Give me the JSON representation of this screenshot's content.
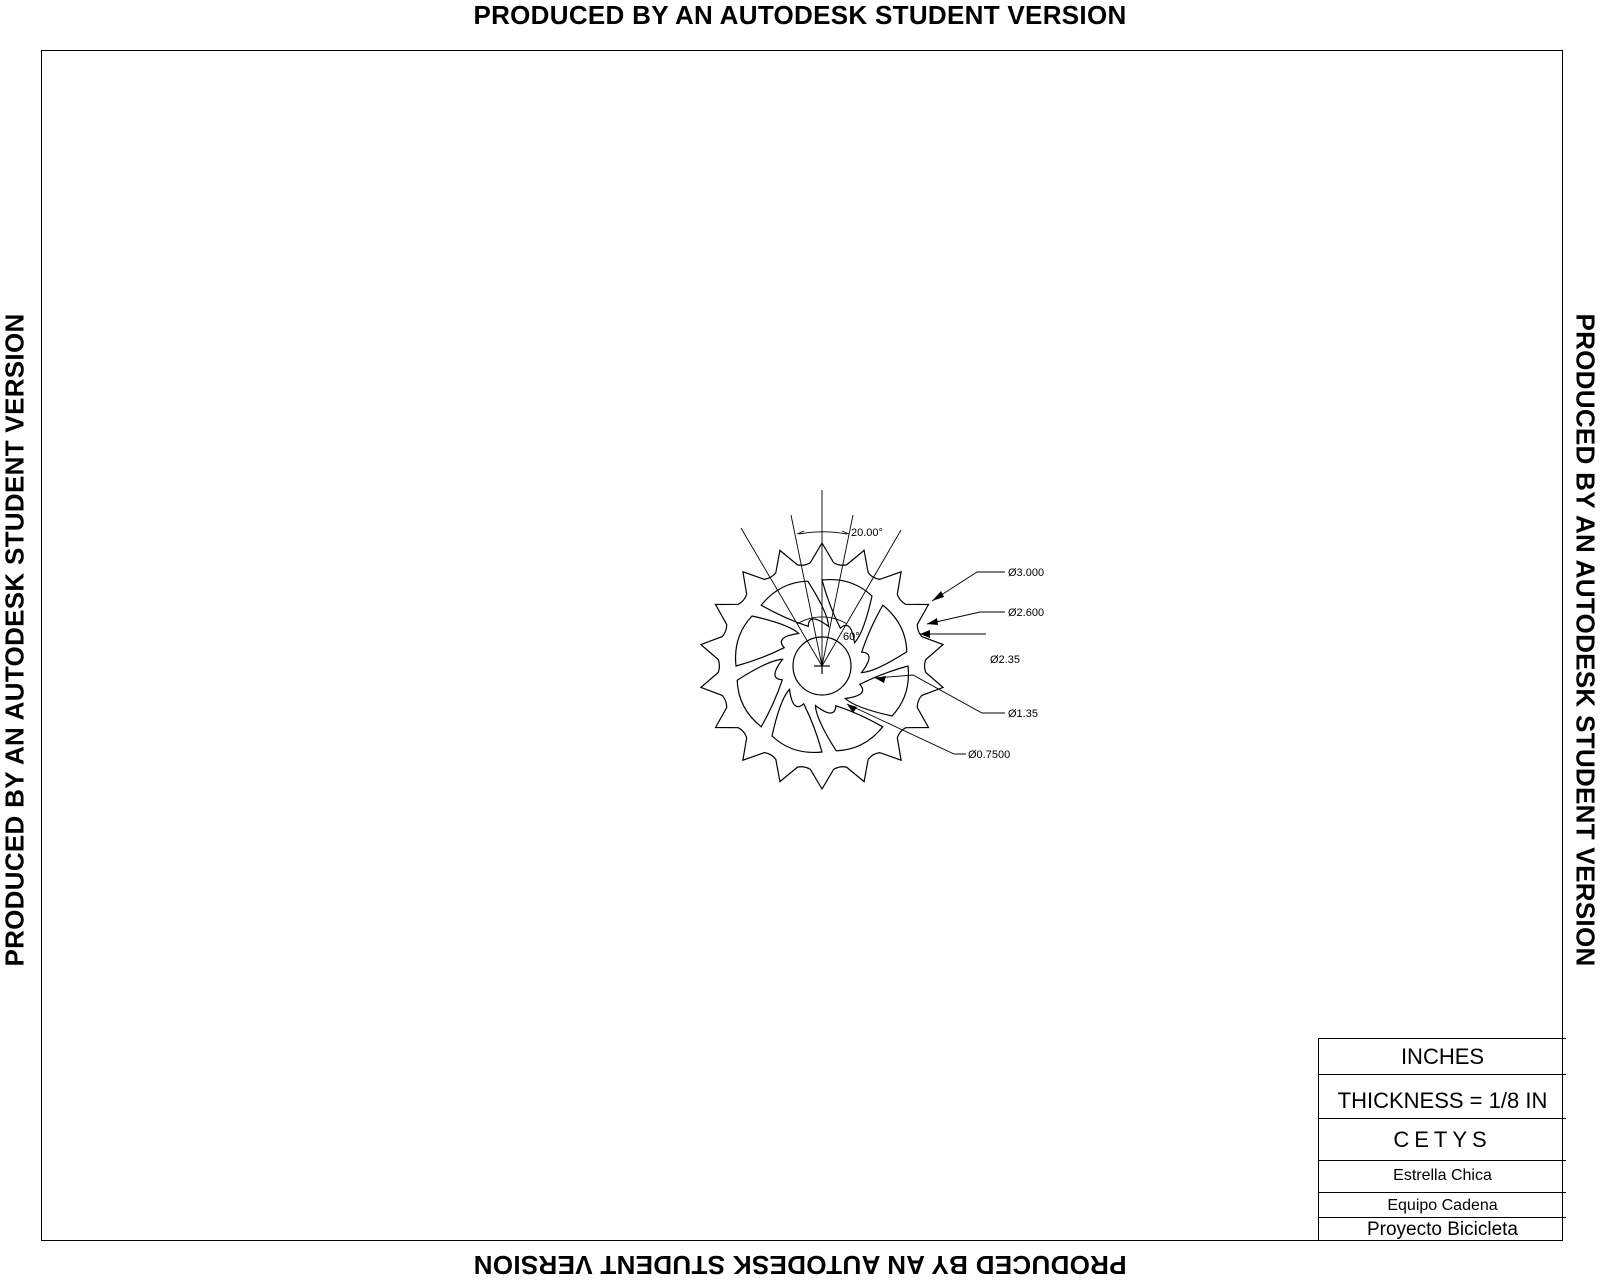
{
  "watermark": {
    "top": "PRODUCED BY AN AUTODESK STUDENT VERSION",
    "bottom": "PRODUCED BY AN AUTODESK STUDENT VERSION",
    "left": "PRODUCED BY AN AUTODESK STUDENT VERSION",
    "right": "PRODUCED BY AN AUTODESK STUDENT VERSION"
  },
  "drawing": {
    "part": "sprocket",
    "teeth": 18,
    "cutouts": 8,
    "dimensions": {
      "angle_small": "20.00°",
      "angle_large": "60°",
      "dia_outer": "Ø3.000",
      "dia_root": "Ø2.600",
      "dia_cutout_outer": "Ø2.35",
      "dia_cutout_inner": "Ø1.35",
      "dia_bore": "Ø0.7500"
    }
  },
  "titleblock": {
    "units": "INCHES",
    "thickness": "THICKNESS = 1/8 IN",
    "school": "CETYS",
    "part_name": "Estrella Chica",
    "team": "Equipo Cadena",
    "project": "Proyecto Bicicleta"
  }
}
